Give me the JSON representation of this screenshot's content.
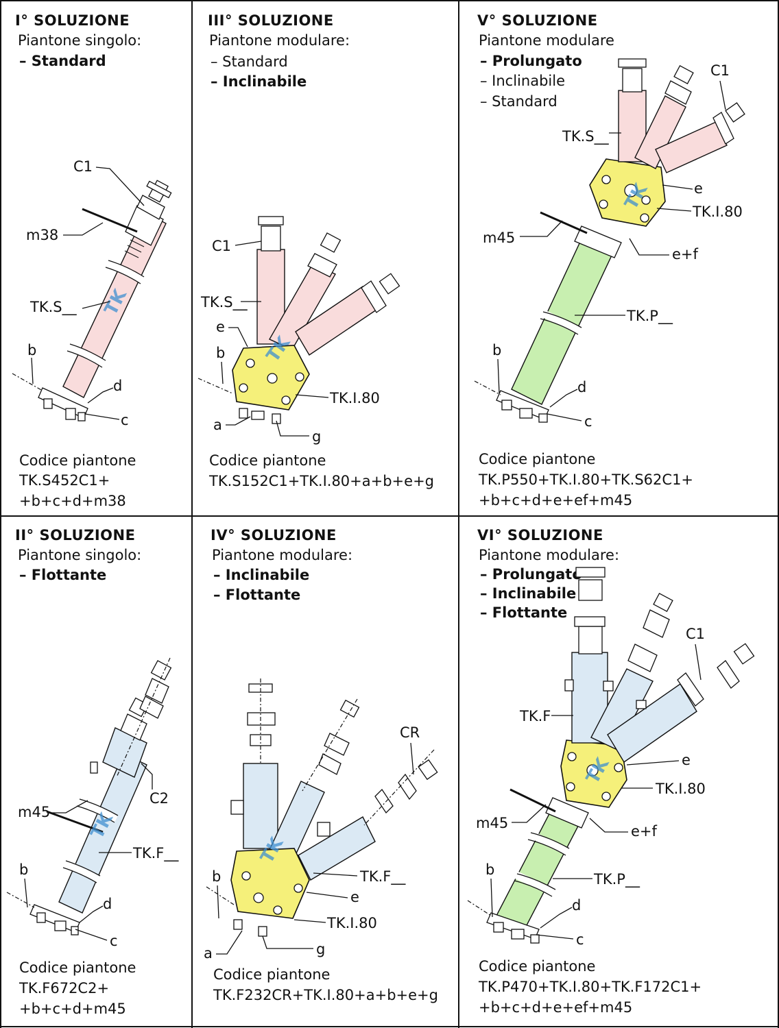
{
  "panels": [
    {
      "id": "p1",
      "title": "I° SOLUZIONE",
      "subtitle": "Piantone singolo:",
      "options": [
        {
          "text": "– Standard",
          "bold": true
        }
      ],
      "code_heading": "Codice piantone",
      "code_lines": [
        "TK.S452C1+",
        "+b+c+d+m38"
      ],
      "labels": {
        "c1": "C1",
        "m": "m38",
        "tk": "TK.S__",
        "b": "b",
        "d": "d",
        "c": "c"
      },
      "tube_color": "#f9dcdc"
    },
    {
      "id": "p3",
      "title": "III° SOLUZIONE",
      "subtitle": "Piantone modulare:",
      "options": [
        {
          "text": "– Standard",
          "bold": false
        },
        {
          "text": "– Inclinabile",
          "bold": true
        }
      ],
      "code_heading": "Codice piantone",
      "code_lines": [
        "TK.S152C1+TK.I.80+a+b+e+g"
      ],
      "labels": {
        "c1": "C1",
        "tk": "TK.S__",
        "e": "e",
        "b": "b",
        "tki": "TK.I.80",
        "a": "a",
        "g": "g"
      },
      "tube_color": "#f9dcdc",
      "block_color": "#f5f07a"
    },
    {
      "id": "p5",
      "title": "V° SOLUZIONE",
      "subtitle": "Piantone modulare",
      "options": [
        {
          "text": "– Prolungato",
          "bold": true
        },
        {
          "text": "– Inclinabile",
          "bold": false
        },
        {
          "text": "– Standard",
          "bold": false
        }
      ],
      "code_heading": "Codice piantone",
      "code_lines": [
        "TK.P550+TK.I.80+TK.S62C1+",
        "+b+c+d+e+ef+m45"
      ],
      "labels": {
        "c1": "C1",
        "tks": "TK.S__",
        "e": "e",
        "tki": "TK.I.80",
        "m": "m45",
        "ef": "e+f",
        "tkp": "TK.P__",
        "b": "b",
        "d": "d",
        "c": "c"
      },
      "tube_color": "#f9dcdc",
      "ext_color": "#c8efb0"
    },
    {
      "id": "p2",
      "title": "II° SOLUZIONE",
      "subtitle": "Piantone singolo:",
      "options": [
        {
          "text": "– Flottante",
          "bold": true
        }
      ],
      "code_heading": "Codice piantone",
      "code_lines": [
        "TK.F672C2+",
        "+b+c+d+m45"
      ],
      "labels": {
        "c2": "C2",
        "m": "m45",
        "tk": "TK.F__",
        "b": "b",
        "d": "d",
        "c": "c"
      },
      "tube_color": "#dbe9f4"
    },
    {
      "id": "p4",
      "title": "IV° SOLUZIONE",
      "subtitle": "Piantone modulare:",
      "options": [
        {
          "text": "– Inclinabile",
          "bold": true
        },
        {
          "text": "– Flottante",
          "bold": true
        }
      ],
      "code_heading": "Codice piantone",
      "code_lines": [
        "TK.F232CR+TK.I.80+a+b+e+g"
      ],
      "labels": {
        "cr": "CR",
        "tk": "TK.F__",
        "b": "b",
        "e": "e",
        "tki": "TK.I.80",
        "a": "a",
        "g": "g"
      },
      "tube_color": "#dbe9f4"
    },
    {
      "id": "p6",
      "title": "VI° SOLUZIONE",
      "subtitle": "Piantone modulare:",
      "options": [
        {
          "text": "– Prolungato",
          "bold": true
        },
        {
          "text": "– Inclinabile",
          "bold": true
        },
        {
          "text": "– Flottante",
          "bold": true
        }
      ],
      "code_heading": "Codice piantone",
      "code_lines": [
        "TK.P470+TK.I.80+TK.F172C1+",
        "+b+c+d+e+ef+m45"
      ],
      "labels": {
        "c1": "C1",
        "tkf": "TK.F",
        "e": "e",
        "tki": "TK.I.80",
        "m": "m45",
        "ef": "e+f",
        "tkp": "TK.P__",
        "b": "b",
        "d": "d",
        "c": "c"
      },
      "tube_color": "#dbe9f4",
      "ext_color": "#c8efb0"
    }
  ],
  "watermark": "TK"
}
